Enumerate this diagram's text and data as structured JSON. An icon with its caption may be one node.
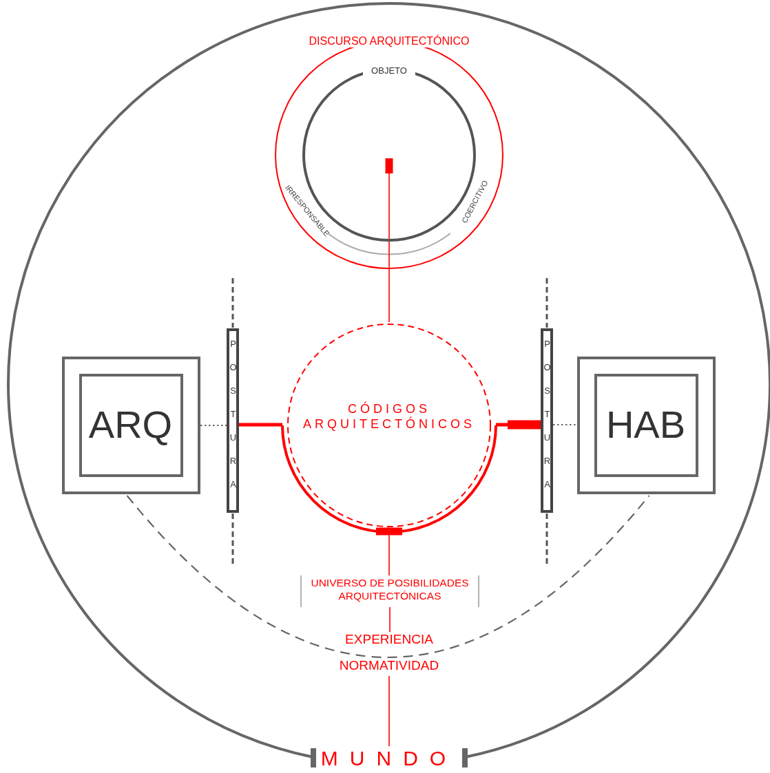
{
  "diagram": {
    "nodes": [
      {
        "text": [
          "MUNDO"
        ]
      },
      {
        "text": [
          "DISCURSO ARQUITECTÓNICO"
        ],
        "in": 0
      },
      {
        "text": [
          "OBJETO"
        ],
        "in": 1
      },
      {
        "text": [
          "ARQ"
        ],
        "in": 0
      },
      {
        "text": [
          "POSTURA"
        ],
        "in": 0
      },
      {
        "text": [
          "CÓDIGOS ARQUITECTÓNICOS"
        ],
        "in": 0
      },
      {
        "text": [
          "POSTURA"
        ],
        "in": 0
      },
      {
        "text": [
          "HAB"
        ],
        "in": 0
      },
      {
        "text": [
          "UNIVERSO DE POSIBILIDADES ARQUITECTÓNICAS"
        ],
        "in": 0
      },
      {
        "text": [
          "EXPERIENCIA",
          "NORMATIVIDAD"
        ],
        "in": 0
      }
    ],
    "edges": [
      {
        "from": 5,
        "to": 2,
        "arrow": "other"
      },
      {
        "from": 4,
        "to": 5,
        "arrow": "none",
        "style": "thick"
      },
      {
        "from": 5,
        "to": 6,
        "arrow": "other",
        "style": "thick"
      },
      {
        "from": 3,
        "to": 4,
        "arrow": "none",
        "style": "dashed",
        "color": "#666666"
      },
      {
        "from": 6,
        "to": 7,
        "arrow": "none",
        "style": "dashed",
        "color": "#666666"
      },
      {
        "from": 5,
        "to": 8,
        "arrow": "other"
      },
      {
        "from": 8,
        "to": 9,
        "arrow": "none"
      },
      {
        "from": 9,
        "to": 0,
        "arrow": "none"
      },
      {
        "from": 3,
        "to": 7,
        "arrow": "none",
        "style": "dashed",
        "color": "#666666"
      }
    ],
    "labels": [
      "IRRESPONSABLE",
      "COERCITIVO"
    ]
  }
}
